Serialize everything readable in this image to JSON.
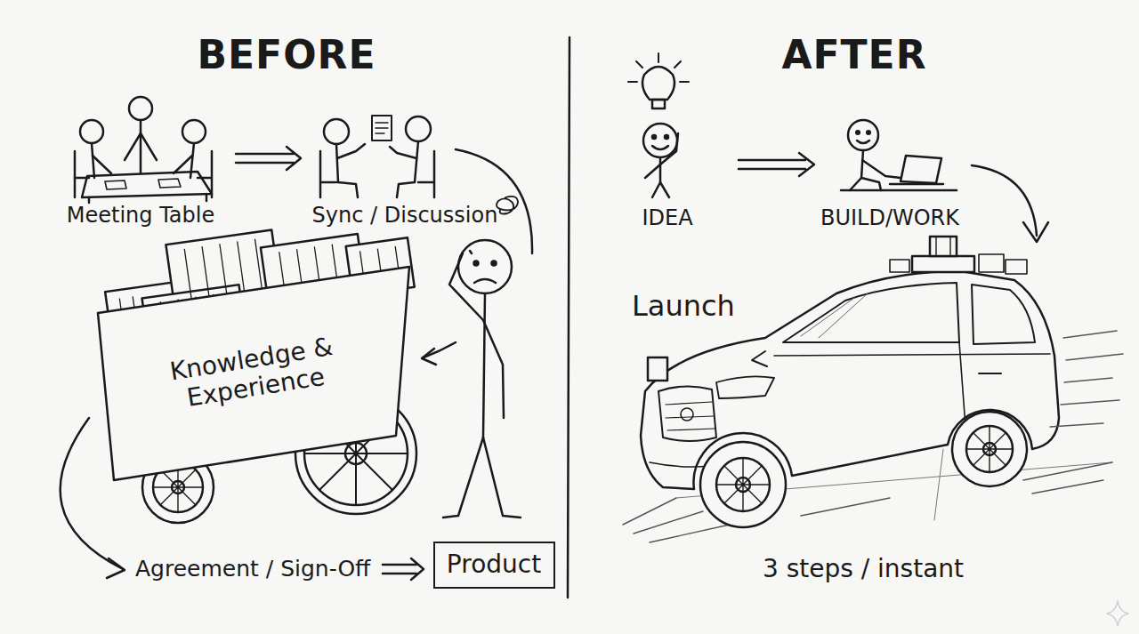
{
  "diagram": {
    "nodes": [
      {
        "text": [
          "Knowledge & Experience"
        ]
      },
      {
        "text": [
          "Product"
        ]
      }
    ],
    "labels": [
      "BEFORE",
      "Meeting Table",
      "Sync / Discussion",
      "Agreement / Sign-Off",
      "AFTER",
      "IDEA",
      "BUILD/WORK",
      "Launch",
      "3 steps / instant"
    ]
  }
}
